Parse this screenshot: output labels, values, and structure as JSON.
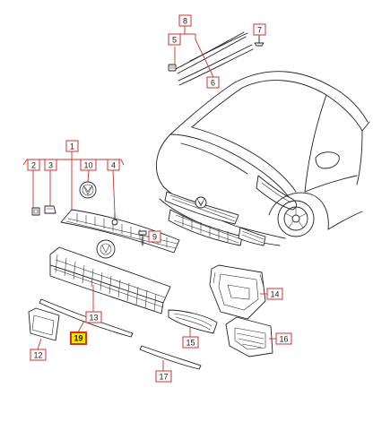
{
  "callouts": [
    {
      "id": "1",
      "label": "1",
      "highlight": false
    },
    {
      "id": "2",
      "label": "2",
      "highlight": false
    },
    {
      "id": "3",
      "label": "3",
      "highlight": false
    },
    {
      "id": "4",
      "label": "4",
      "highlight": false
    },
    {
      "id": "5",
      "label": "5",
      "highlight": false
    },
    {
      "id": "6",
      "label": "6",
      "highlight": false
    },
    {
      "id": "7",
      "label": "7",
      "highlight": false
    },
    {
      "id": "8",
      "label": "8",
      "highlight": false
    },
    {
      "id": "9",
      "label": "9",
      "highlight": false
    },
    {
      "id": "10",
      "label": "10",
      "highlight": false
    },
    {
      "id": "12",
      "label": "12",
      "highlight": false
    },
    {
      "id": "13",
      "label": "13",
      "highlight": false
    },
    {
      "id": "14",
      "label": "14",
      "highlight": false
    },
    {
      "id": "15",
      "label": "15",
      "highlight": false
    },
    {
      "id": "16",
      "label": "16",
      "highlight": false
    },
    {
      "id": "17",
      "label": "17",
      "highlight": false
    },
    {
      "id": "19",
      "label": "19",
      "highlight": true
    }
  ],
  "colors": {
    "line": "#222222",
    "callout_border": "#d0312d",
    "highlight_fill": "#f5e400"
  }
}
